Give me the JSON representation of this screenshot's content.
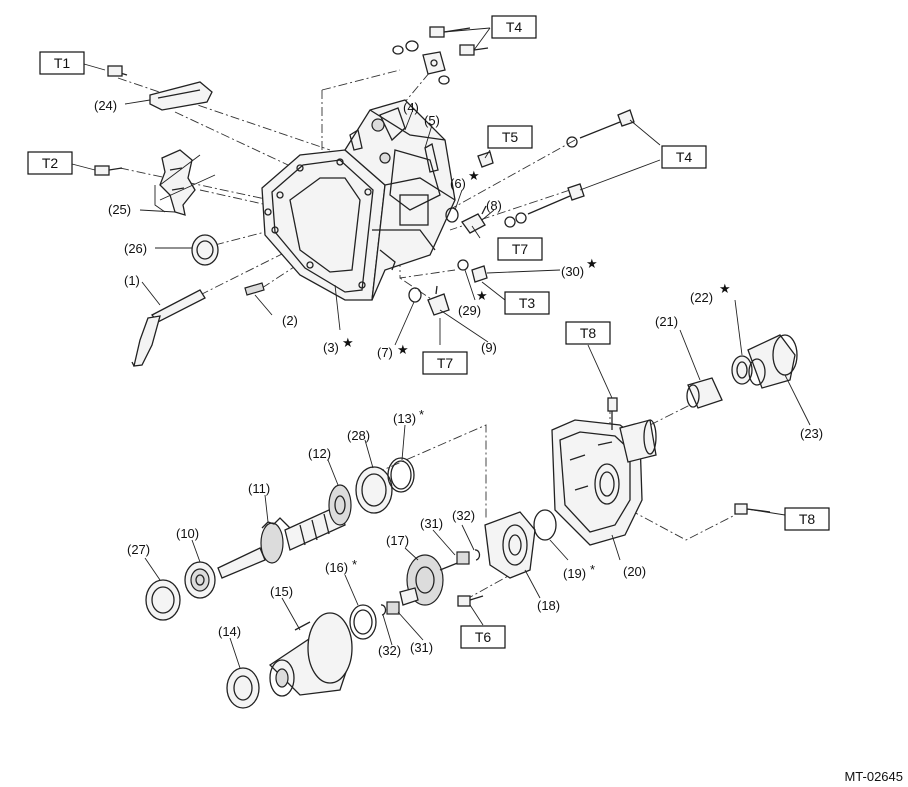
{
  "diagram_code": "MT-02645",
  "torque_boxes": [
    {
      "id": "t4-top",
      "text": "T4"
    },
    {
      "id": "t1",
      "text": "T1"
    },
    {
      "id": "t5",
      "text": "T5"
    },
    {
      "id": "t4-right",
      "text": "T4"
    },
    {
      "id": "t2",
      "text": "T2"
    },
    {
      "id": "t7-upper",
      "text": "T7"
    },
    {
      "id": "t3",
      "text": "T3"
    },
    {
      "id": "t7-lower",
      "text": "T7"
    },
    {
      "id": "t8-upper",
      "text": "T8"
    },
    {
      "id": "t8-right",
      "text": "T8"
    },
    {
      "id": "t6",
      "text": "T6"
    }
  ],
  "part_labels": [
    {
      "id": "p24",
      "text": "(24)"
    },
    {
      "id": "p4",
      "text": "(4)"
    },
    {
      "id": "p5",
      "text": "(5)"
    },
    {
      "id": "p6",
      "text": "(6)"
    },
    {
      "id": "p8",
      "text": "(8)"
    },
    {
      "id": "p25",
      "text": "(25)"
    },
    {
      "id": "p26",
      "text": "(26)"
    },
    {
      "id": "p1",
      "text": "(1)"
    },
    {
      "id": "p2",
      "text": "(2)"
    },
    {
      "id": "p3",
      "text": "(3)"
    },
    {
      "id": "p7",
      "text": "(7)"
    },
    {
      "id": "p9",
      "text": "(9)"
    },
    {
      "id": "p29",
      "text": "(29)"
    },
    {
      "id": "p30",
      "text": "(30)"
    },
    {
      "id": "p22",
      "text": "(22)"
    },
    {
      "id": "p21",
      "text": "(21)"
    },
    {
      "id": "p23",
      "text": "(23)"
    },
    {
      "id": "p13",
      "text": "(13)"
    },
    {
      "id": "p28",
      "text": "(28)"
    },
    {
      "id": "p12",
      "text": "(12)"
    },
    {
      "id": "p11",
      "text": "(11)"
    },
    {
      "id": "p10",
      "text": "(10)"
    },
    {
      "id": "p27",
      "text": "(27)"
    },
    {
      "id": "p15",
      "text": "(15)"
    },
    {
      "id": "p16",
      "text": "(16)"
    },
    {
      "id": "p14",
      "text": "(14)"
    },
    {
      "id": "p17",
      "text": "(17)"
    },
    {
      "id": "p31a",
      "text": "(31)"
    },
    {
      "id": "p32a",
      "text": "(32)"
    },
    {
      "id": "p31b",
      "text": "(31)"
    },
    {
      "id": "p32b",
      "text": "(32)"
    },
    {
      "id": "p18",
      "text": "(18)"
    },
    {
      "id": "p19",
      "text": "(19)"
    },
    {
      "id": "p20",
      "text": "(20)"
    }
  ],
  "marks": {
    "star": "★",
    "asterisk": "*"
  }
}
